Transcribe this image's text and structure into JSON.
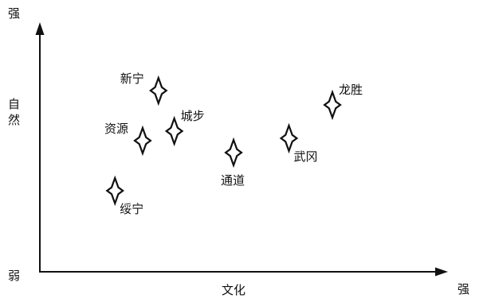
{
  "chart_data": {
    "type": "scatter",
    "title": "",
    "xlabel": "文化",
    "ylabel_chars": [
      "自",
      "然"
    ],
    "axis_end_label": "强",
    "axis_origin_label": "弱",
    "x_axis_end_label": "强",
    "xlim": [
      0,
      10
    ],
    "ylim": [
      0,
      10
    ],
    "grid": false,
    "legend": "none",
    "points": [
      {
        "label": "新宁",
        "x": 3.0,
        "y": 7.6,
        "label_pos": "left-top"
      },
      {
        "label": "城步",
        "x": 3.4,
        "y": 5.9,
        "label_pos": "right-top"
      },
      {
        "label": "资源",
        "x": 2.6,
        "y": 5.5,
        "label_pos": "left-top"
      },
      {
        "label": "绥宁",
        "x": 1.9,
        "y": 3.4,
        "label_pos": "right-bottom"
      },
      {
        "label": "通道",
        "x": 4.9,
        "y": 5.0,
        "label_pos": "bottom"
      },
      {
        "label": "武冈",
        "x": 6.3,
        "y": 5.6,
        "label_pos": "right-bottom"
      },
      {
        "label": "龙胜",
        "x": 7.4,
        "y": 7.0,
        "label_pos": "right-top"
      }
    ],
    "colors": {
      "axis": "#111111",
      "marker_fill": "#ffffff",
      "marker_stroke": "#111111"
    },
    "marker": "four-point-star"
  }
}
